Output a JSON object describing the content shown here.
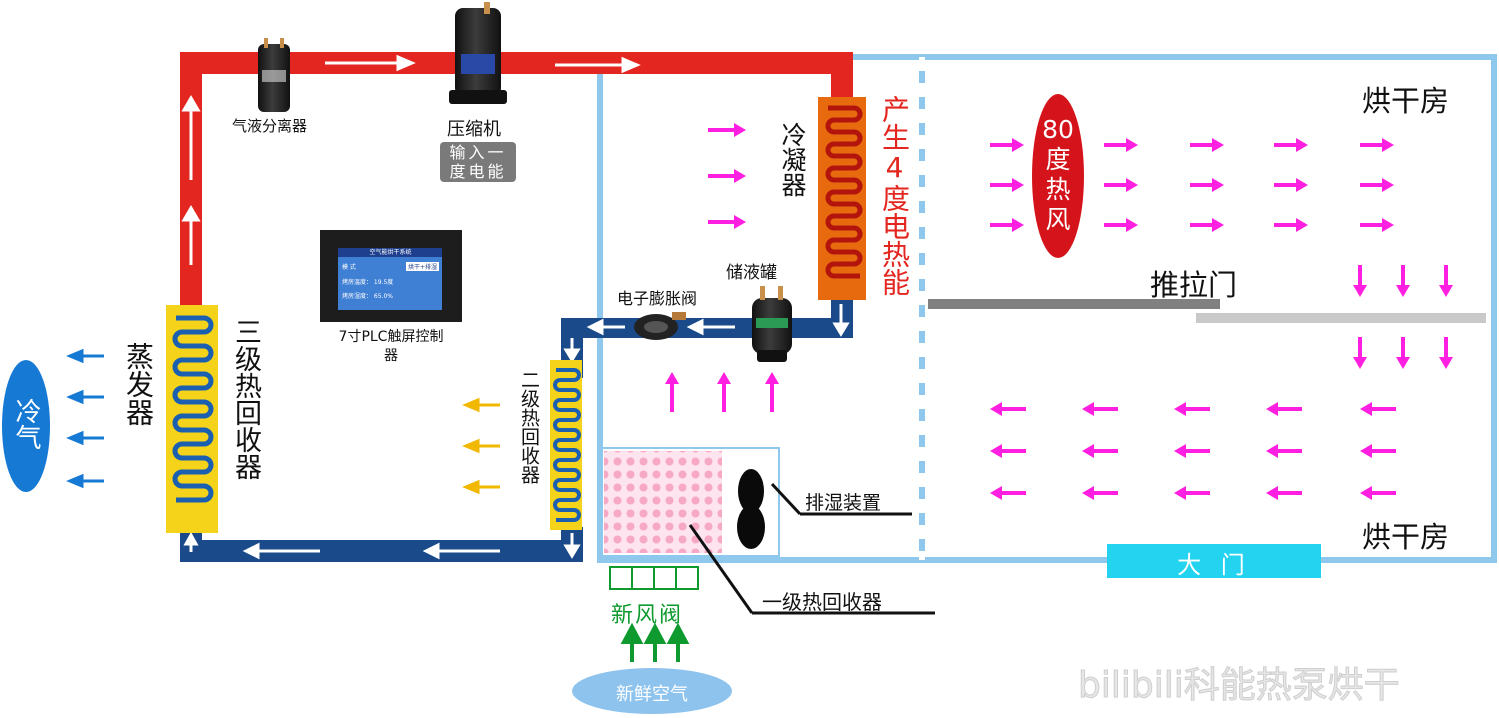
{
  "labels": {
    "separator": "气液分离器",
    "compressor": "压缩机",
    "input_energy": "输入一度电能",
    "condenser": "冷凝器",
    "output_energy": "产生4度电热能",
    "reservoir": "储液罐",
    "expansion_valve": "电子膨胀阀",
    "plc": "7寸PLC触屏控制器",
    "evaporator": "蒸发器",
    "recovery3": "三级热回收器",
    "recovery2": "二级热回收器",
    "recovery1": "一级热回收器",
    "dehumidifier": "排湿装置",
    "fresh_air_valve": "新风阀",
    "fresh_air": "新鲜空气",
    "cold_air": "冷气",
    "hot_air": "80度热风",
    "sliding_door": "推拉门",
    "drying_room_top": "烘干房",
    "drying_room_bottom": "烘干房",
    "main_door": "大 门",
    "watermark": "bilibili科能热泵烘干"
  },
  "plc_screen": {
    "header": "空气能烘干系统",
    "mode_label": "模 式",
    "mode_value": "烘干+排湿",
    "row1": "烤房温度： 19.5度",
    "row2": "烤房湿度： 65.0%"
  },
  "colors": {
    "hot_pipe": "#e3261f",
    "cold_pipe": "#1a4a8a",
    "coil_gold": "#f5d31a",
    "coil_blue": "#1b5fb0",
    "condenser_orange": "#e86a0e",
    "condenser_coil": "#b3150d",
    "room_border": "#8ec8ec",
    "hot_arrow": "#ff1fe0",
    "cold_arrow": "#1679d4",
    "warm_arrow": "#f2b800",
    "fresh_green": "#0e9a2e",
    "hot_air_oval": "#d4141a",
    "door_cyan": "#23d3f0",
    "cold_oval": "#1679d4",
    "fresh_oval": "#8ec3ee"
  }
}
